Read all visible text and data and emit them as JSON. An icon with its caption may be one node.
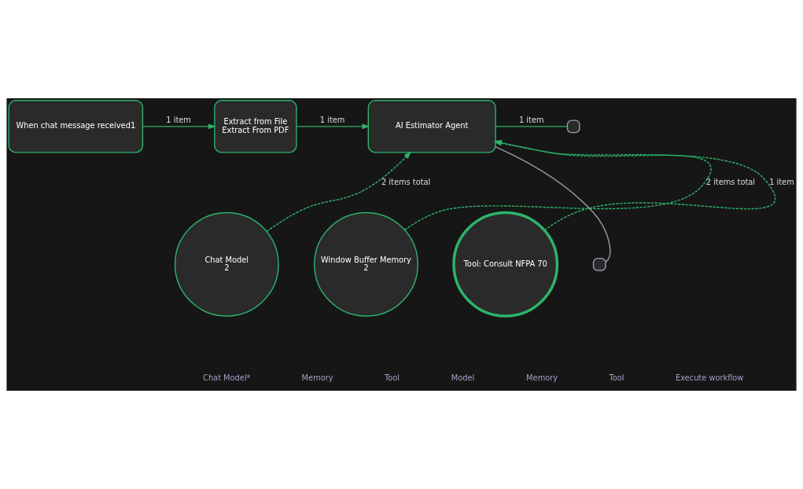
{
  "diagram": {
    "nodes": [
      {
        "text": [
          "When chat message received1"
        ]
      },
      {
        "text": [
          "Extract from File",
          "Extract From PDF"
        ]
      },
      {
        "text": [
          "AI Estimator Agent"
        ]
      },
      {
        "text": [],
        "shape": "box"
      },
      {
        "text": [
          "Chat Model",
          "2"
        ]
      },
      {
        "text": [
          "Window Buffer Memory",
          "2"
        ]
      },
      {
        "text": [
          "Tool: Consult NFPA 70"
        ]
      },
      {
        "text": [],
        "shape": "box"
      }
    ],
    "edges": [
      {
        "from": 0,
        "to": 1,
        "arrow": "to",
        "label": "1 item"
      },
      {
        "from": 1,
        "to": 2,
        "arrow": "to",
        "label": "1 item"
      },
      {
        "from": 2,
        "to": 3,
        "arrow": "none",
        "label": "1 item"
      },
      {
        "from": 4,
        "to": 2,
        "arrow": "to",
        "label": "2 items total",
        "style": "dashed"
      },
      {
        "from": 5,
        "to": 2,
        "arrow": "to",
        "label": "2 items total",
        "style": "dashed"
      },
      {
        "from": 6,
        "to": 2,
        "arrow": "to",
        "label": "1 item",
        "style": "dashed"
      },
      {
        "from": 7,
        "to": 2,
        "arrow": "none",
        "color": "#9a9aae"
      }
    ],
    "labels": [
      "Chat Model*",
      "Memory",
      "Tool",
      "Model",
      "Memory",
      "Tool",
      "Execute workflow"
    ]
  }
}
